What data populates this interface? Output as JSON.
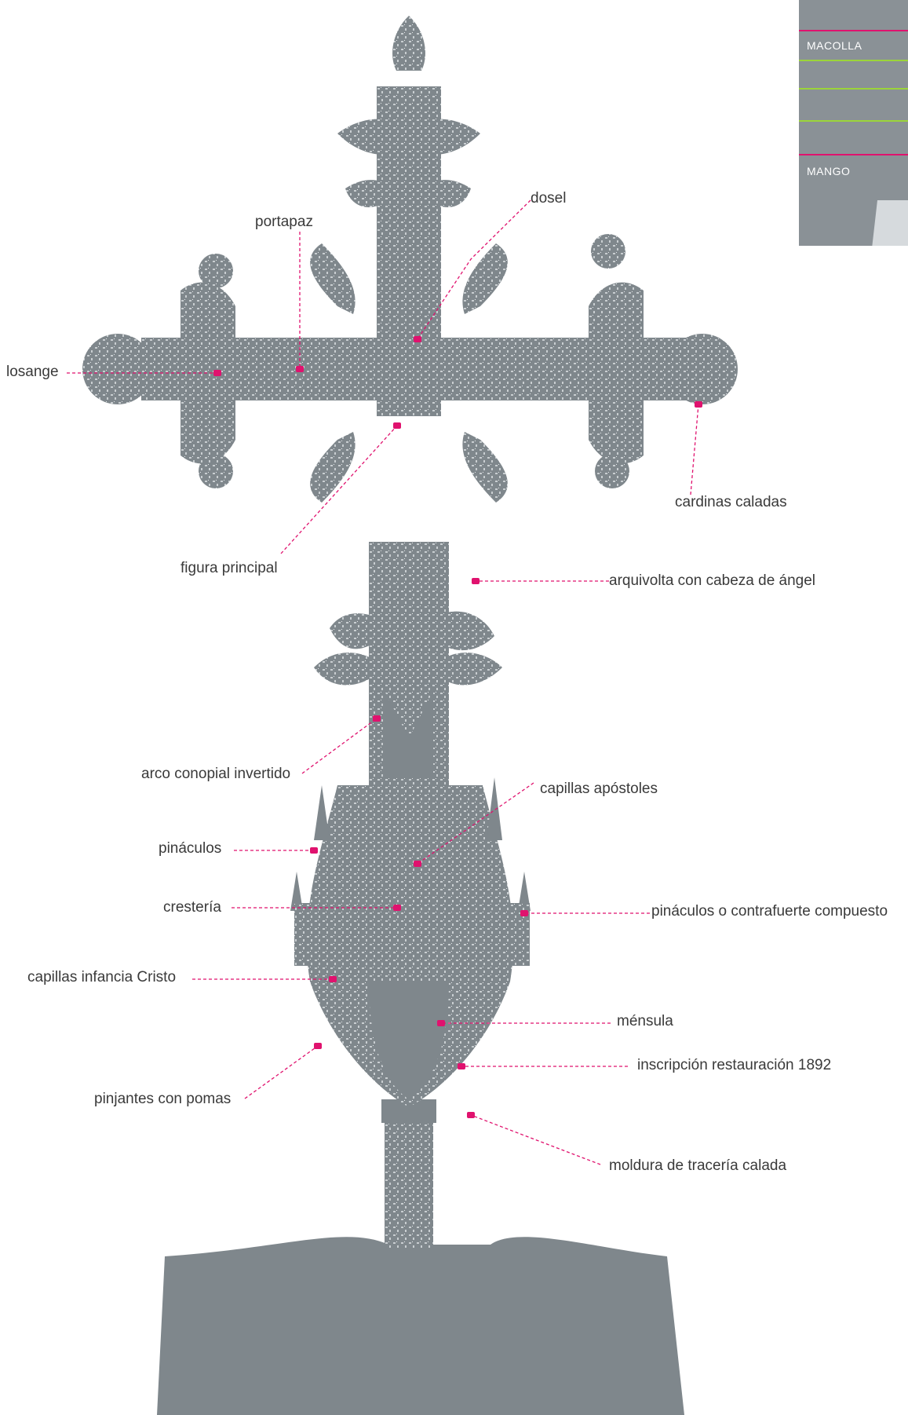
{
  "labels": {
    "portapaz": "portapaz",
    "dosel": "dosel",
    "losange": "losange",
    "cardinas_caladas": "cardinas caladas",
    "figura_principal": "figura principal",
    "arquivolta": "arquivolta con cabeza de ángel",
    "arco_conopial": "arco conopial invertido",
    "capillas_apostoles": "capillas apóstoles",
    "pinaculos": "pináculos",
    "pinaculos_contrafuerte": "pináculos o contrafuerte compuesto",
    "cresteria": "crestería",
    "capillas_infancia": "capillas infancia Cristo",
    "mensula": "ménsula",
    "inscripcion": "inscripción restauración 1892",
    "pinjantes": "pinjantes con pomas",
    "moldura": "moldura de tracería calada"
  },
  "minimap": {
    "macolla": "MACOLLA",
    "mango": "MANGO"
  },
  "colors": {
    "cross": "#7f878c",
    "cross_light": "#b8bec2",
    "leader": "#e0126e",
    "minimap_bg": "#8a9196",
    "minimap_band_green": "#9bd43a",
    "minimap_band_magenta": "#e0126e"
  }
}
